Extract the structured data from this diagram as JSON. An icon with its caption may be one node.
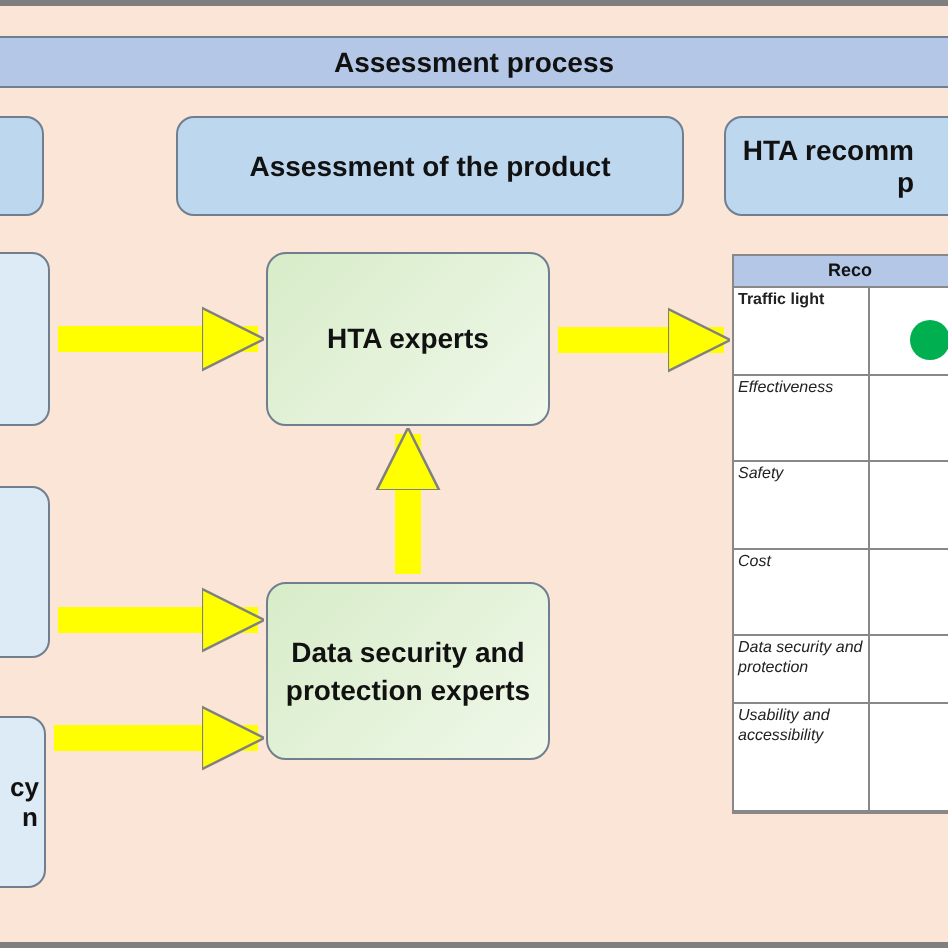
{
  "diagram": {
    "nodes": [
      {
        "text": [
          "Assessment process"
        ]
      },
      {
        "text": [],
        "shape": "box"
      },
      {
        "text": [
          "Assessment of the product"
        ]
      },
      {
        "text": [
          "HTA recomm p"
        ]
      },
      {
        "text": [],
        "shape": "box"
      },
      {
        "text": [],
        "shape": "box"
      },
      {
        "text": [
          "cy n"
        ]
      },
      {
        "text": [
          "HTA experts"
        ]
      },
      {
        "text": [
          "Data security and protection experts"
        ]
      },
      {
        "text": [
          "Reco"
        ]
      }
    ],
    "edges": [
      {
        "from": 4,
        "to": 7,
        "arrow": "to"
      },
      {
        "from": 5,
        "to": 8,
        "arrow": "to"
      },
      {
        "from": 6,
        "to": 8,
        "arrow": "to"
      },
      {
        "from": 8,
        "to": 7,
        "arrow": "to"
      },
      {
        "from": 7,
        "to": 9,
        "arrow": "to"
      }
    ],
    "labels": [
      "Traffic light",
      "Effectiveness",
      "Safety",
      "Cost",
      "Data security and protection",
      "Usability and accessibility"
    ]
  }
}
